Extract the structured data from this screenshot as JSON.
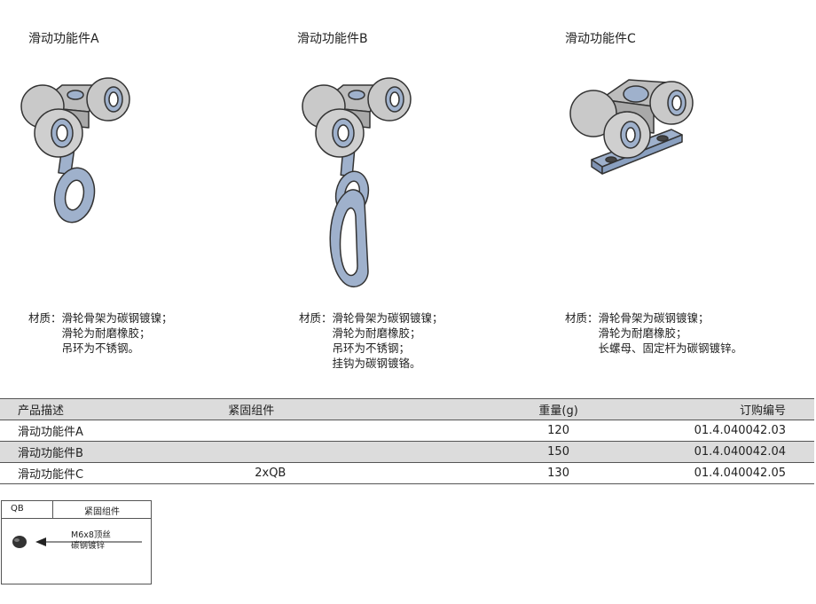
{
  "products": [
    {
      "title": "滑动功能件A",
      "material_label": "材质：",
      "material_lines": [
        "滑轮骨架为碳钢镀镍；",
        "滑轮为耐磨橡胶；",
        "吊环为不锈钢。"
      ]
    },
    {
      "title": "滑动功能件B",
      "material_label": "材质：",
      "material_lines": [
        "滑轮骨架为碳钢镀镍；",
        "滑轮为耐磨橡胶；",
        "吊环为不锈钢；",
        "挂钩为碳钢镀铬。"
      ]
    },
    {
      "title": "滑动功能件C",
      "material_label": "材质：",
      "material_lines": [
        "滑轮骨架为碳钢镀镍；",
        "滑轮为耐磨橡胶；",
        "长螺母、固定杆为碳钢镀锌。"
      ]
    }
  ],
  "table": {
    "headers": [
      "产品描述",
      "紧固组件",
      "重量(g)",
      "订购编号"
    ],
    "rows": [
      [
        "滑动功能件A",
        "",
        "120",
        "01.4.040042.03"
      ],
      [
        "滑动功能件B",
        "",
        "150",
        "01.4.040042.04"
      ],
      [
        "滑动功能件C",
        "2xQB",
        "130",
        "01.4.040042.05"
      ]
    ]
  },
  "legend": {
    "code": "QB",
    "name": "紧固组件",
    "note_line1": "M6x8顶丝",
    "note_line2": "碳钢镀锌"
  },
  "colors": {
    "wheel": "#c9c9c9",
    "steel_blue": "#9fb1cc",
    "header_bg": "#dcdcdc",
    "rule": "#555555"
  }
}
